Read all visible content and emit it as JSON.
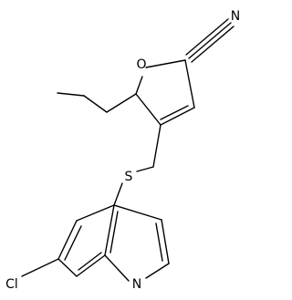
{
  "molecule": {
    "atoms": {
      "n_nitrile": "N",
      "o_furan": "O",
      "s_thioether": "S",
      "n_quinoline": "N",
      "cl": "Cl"
    }
  },
  "colors": {
    "ink": "#000000",
    "background": "#ffffff"
  }
}
